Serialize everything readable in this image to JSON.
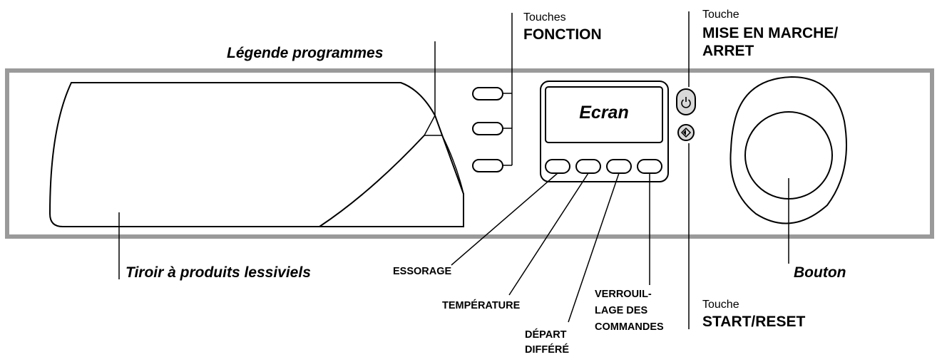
{
  "labels": {
    "legende_programmes": "Légende programmes",
    "touches_fonction_pre": "Touches",
    "touches_fonction": "FONCTION",
    "touche_marche_pre": "Touche",
    "touche_marche_line1": "MISE EN MARCHE/",
    "touche_marche_line2": "ARRET",
    "ecran": "Ecran",
    "tiroir": "Tiroir à produits lessiviels",
    "essorage": "ESSORAGE",
    "temperature": "TEMPÉRATURE",
    "depart_line1": "DÉPART",
    "depart_line2": "DIFFÉRÉ",
    "verrou_line1": "VERROUIL-",
    "verrou_line2": "LAGE DES",
    "verrou_line3": "COMMANDES",
    "touche_start_pre": "Touche",
    "touche_start": "START/RESET",
    "bouton": "Bouton"
  },
  "icons": {
    "power": "power-icon",
    "start": "start-diamond-icon"
  }
}
